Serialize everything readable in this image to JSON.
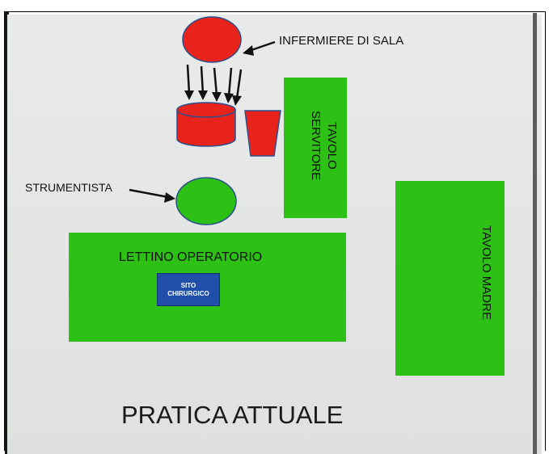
{
  "labels": {
    "infermiere": "INFERMIERE DI SALA",
    "strumentista": "STRUMENTISTA",
    "tavolo_servitore_line1": "TAVOLO",
    "tavolo_servitore_line2": "SERVITORE",
    "tavolo_madre": "TAVOLO MADRE",
    "lettino": "LETTINO OPERATORIO",
    "sito_line1": "SITO",
    "sito_line2": "CHIRURGICO",
    "title": "PRATICA ATTUALE"
  },
  "colors": {
    "green": "#2dc116",
    "red": "#e8231c",
    "blue": "#1f4fa8",
    "outline": "#2a4f8c",
    "background": "#e6e8e7"
  }
}
